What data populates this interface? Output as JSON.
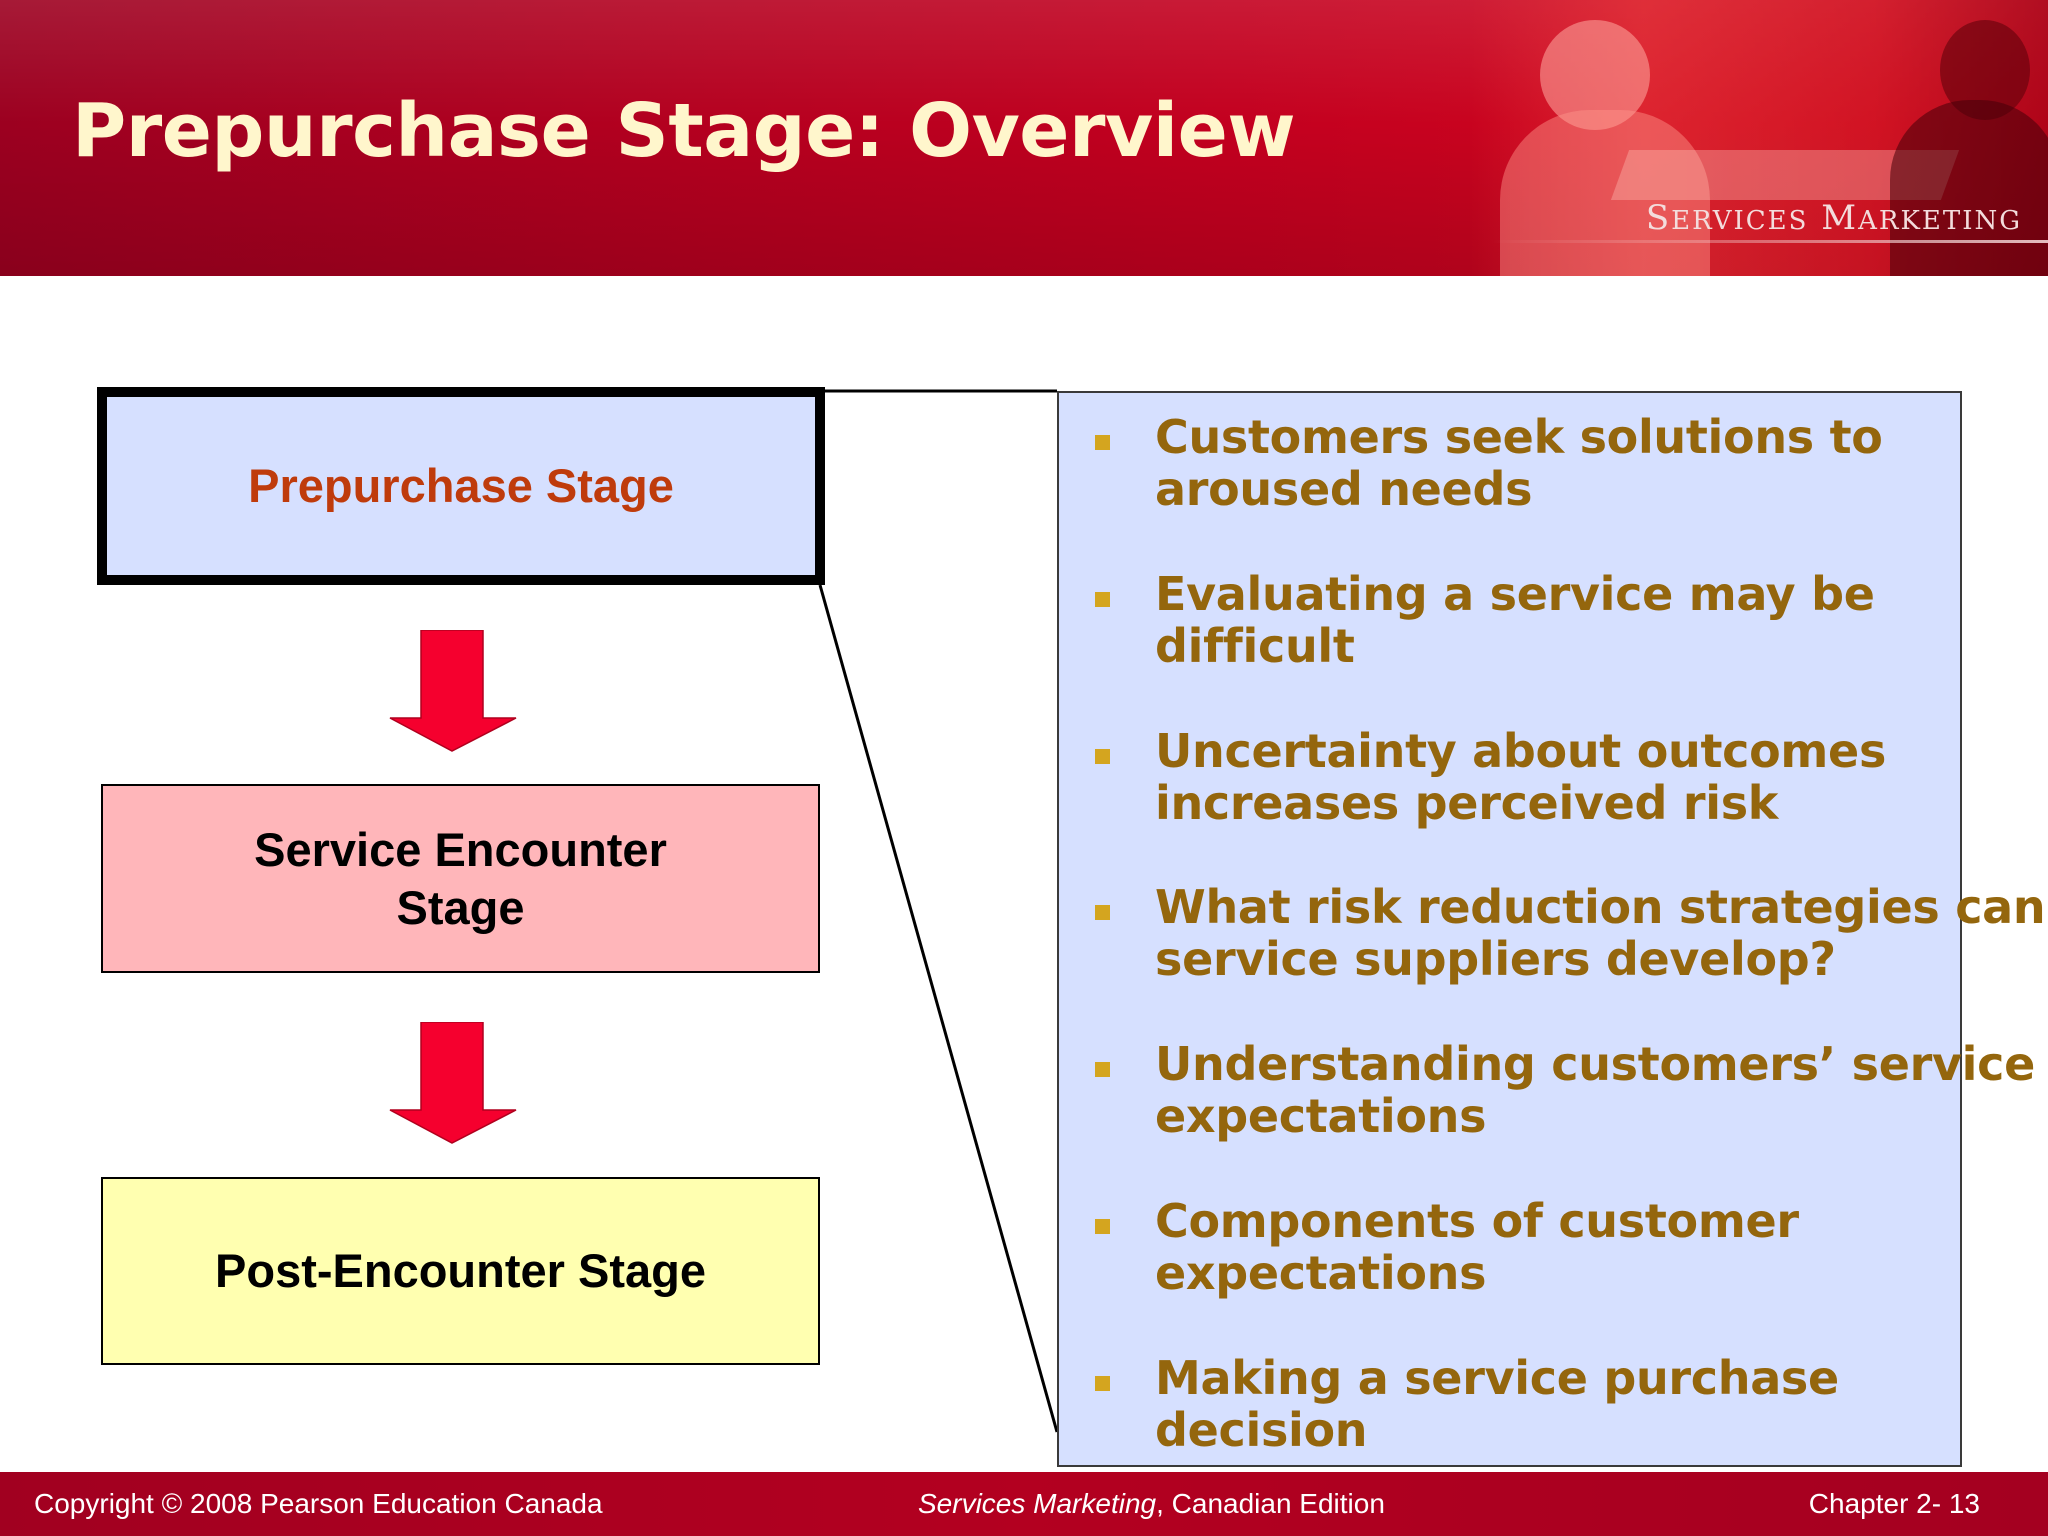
{
  "header": {
    "title": "Prepurchase Stage: Overview",
    "brand": "Services Marketing"
  },
  "stages": [
    {
      "label": "Prepurchase Stage"
    },
    {
      "label": "Service Encounter Stage"
    },
    {
      "label": "Post-Encounter Stage"
    }
  ],
  "bullets": [
    {
      "text": "Customers seek solutions to",
      "text2": "aroused needs"
    },
    {
      "text": "Evaluating a service may be",
      "text2": "difficult"
    },
    {
      "text": "Uncertainty about outcomes",
      "text2": "increases perceived risk"
    },
    {
      "text": "What risk reduction strategies can",
      "text2": "service suppliers develop?"
    },
    {
      "text": "Understanding customers’ service",
      "text2": "expectations"
    },
    {
      "text": "Components of customer",
      "text2": "expectations"
    },
    {
      "text": "Making a service purchase",
      "text2": "decision"
    }
  ],
  "footer": {
    "copyright": "Copyright © 2008 Pearson Education Canada",
    "book_title": "Services Marketing",
    "edition": ", Canadian Edition",
    "chapter": "Chapter 2- 13"
  },
  "colors": {
    "header_red": "#b5001f",
    "title_cream": "#fff6cc",
    "stage_blue": "#d6e0ff",
    "stage_pink": "#ffb6ba",
    "stage_yellow": "#ffffb0",
    "arrow_red": "#f5002e",
    "bullet_text": "#94660d",
    "bullet_marker": "#d4a51f"
  }
}
